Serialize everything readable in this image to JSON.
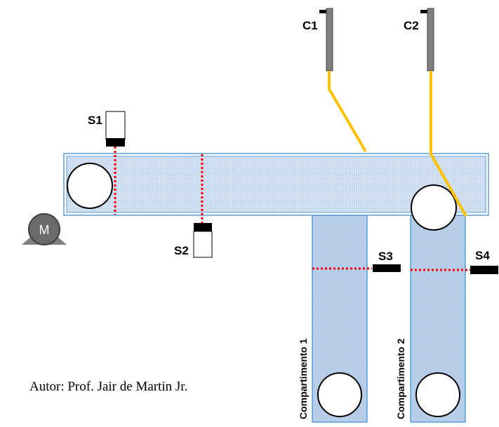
{
  "motor": {
    "label": "M"
  },
  "sensors": [
    {
      "id": "s1",
      "label": "S1"
    },
    {
      "id": "s2",
      "label": "S2"
    },
    {
      "id": "s3",
      "label": "S3"
    },
    {
      "id": "s4",
      "label": "S4"
    }
  ],
  "cylinders": [
    {
      "id": "c1",
      "label": "C1"
    },
    {
      "id": "c2",
      "label": "C2"
    }
  ],
  "compartments": [
    {
      "id": "comp1",
      "label": "Compartimento 1"
    },
    {
      "id": "comp2",
      "label": "Compartimento 2"
    }
  ],
  "author": "Autor: Prof. Jair de Martin Jr.",
  "colors": {
    "belt_fill": "#c9dcf0",
    "belt_border": "#5b9bd5",
    "beam": "#ff0000",
    "arm": "#ffc000",
    "sensor_head": "#000000",
    "motor": "#6b6b6b"
  }
}
